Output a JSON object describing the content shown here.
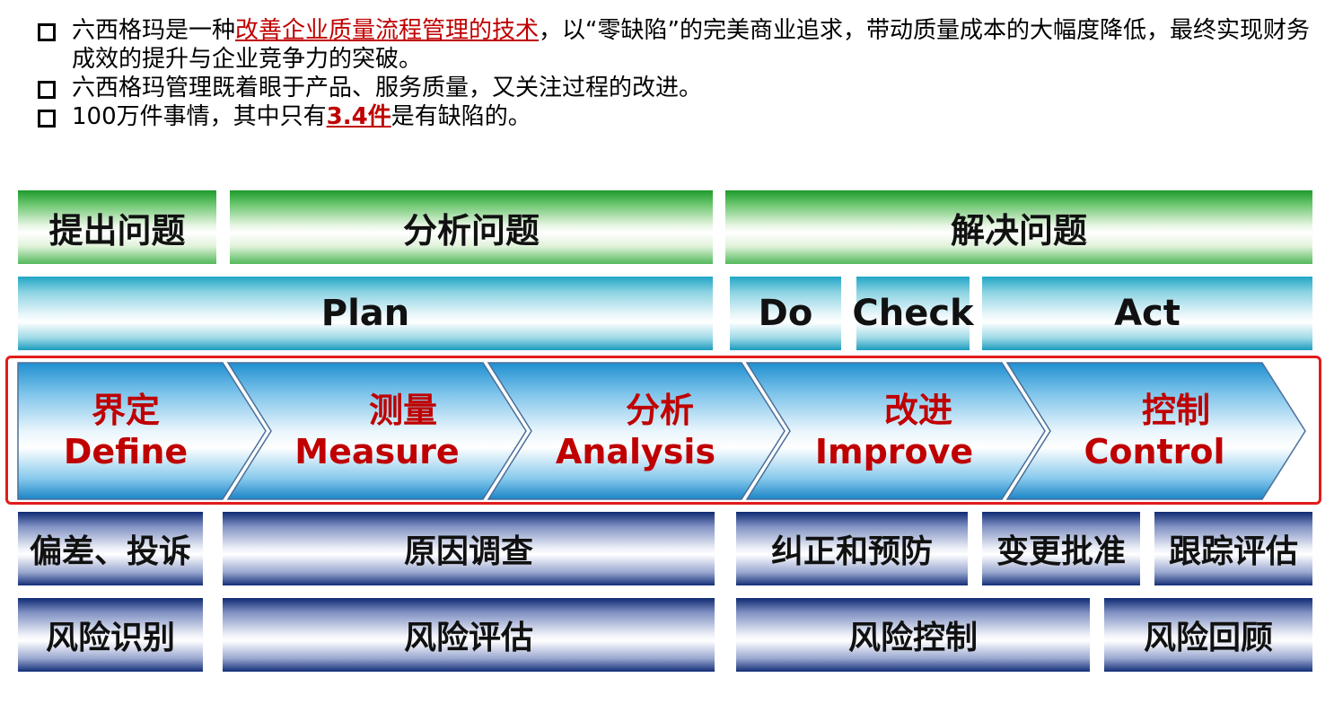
{
  "bullets": [
    {
      "pre": "六西格玛是一种",
      "highlight": "改善企业质量流程管理的技术",
      "post": "，以“零缺陷”的完美商业追求，带动质量成本的大幅度降低，最终实现财务成效的提升与企业竞争力的突破。"
    },
    {
      "text": "六西格玛管理既着眼于产品、服务质量，又关注过程的改进。"
    },
    {
      "pre": "100万件事情，其中只有",
      "highlight": "3.4件",
      "post": "是有缺陷的。"
    }
  ],
  "phases": [
    "提出问题",
    "分析问题",
    "解决问题"
  ],
  "pdca": [
    "Plan",
    "Do",
    "Check",
    "Act"
  ],
  "dmaic": [
    {
      "cn": "界定",
      "en": "Define"
    },
    {
      "cn": "测量",
      "en": "Measure"
    },
    {
      "cn": "分析",
      "en": "Analysis"
    },
    {
      "cn": "改进",
      "en": "Improve"
    },
    {
      "cn": "控制",
      "en": "Control"
    }
  ],
  "quality_row": [
    "偏差、投诉",
    "原因调查",
    "纠正和预防",
    "变更批准",
    "跟踪评估"
  ],
  "risk_row": [
    "风险识别",
    "风险评估",
    "风险控制",
    "风险回顾"
  ],
  "colors": {
    "accent_red": "#c00000",
    "frame_red": "#e21b1b",
    "green": "#1d9a2c",
    "cyan": "#20a6c6",
    "navy": "#0f2a72",
    "arrow_blue": "#1f8fd0"
  }
}
